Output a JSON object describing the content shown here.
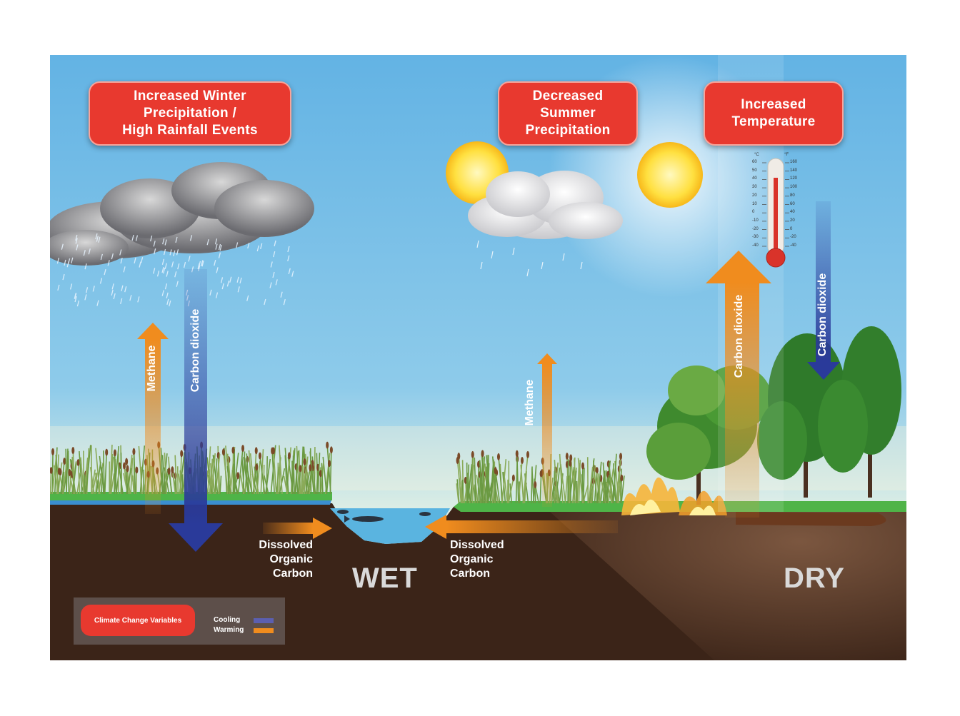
{
  "badges": {
    "winter": [
      "Increased Winter",
      "Precipitation /",
      "High Rainfall Events"
    ],
    "summer": [
      "Decreased",
      "Summer",
      "Precipitation"
    ],
    "temperature": [
      "Increased",
      "Temperature"
    ]
  },
  "arrows": {
    "methane_left": "Methane",
    "co2_left": "Carbon dioxide",
    "methane_mid": "Methane",
    "co2_up_right": "Carbon dioxide",
    "co2_down_right": "Carbon dioxide"
  },
  "doc_left": [
    "Dissolved",
    "Organic",
    "Carbon"
  ],
  "doc_right": [
    "Dissolved",
    "Organic",
    "Carbon"
  ],
  "zones": {
    "wet": "WET",
    "dry": "DRY"
  },
  "thermometer": {
    "celsius_unit": "°C",
    "fahrenheit_unit": "°F",
    "celsius_ticks": [
      "60",
      "50",
      "40",
      "30",
      "20",
      "10",
      "0",
      "-10",
      "-20",
      "-30",
      "-40"
    ],
    "fahrenheit_ticks": [
      "160",
      "140",
      "120",
      "100",
      "80",
      "60",
      "40",
      "20",
      "0",
      "-20",
      "-40"
    ]
  },
  "legend": {
    "badge_label": "Climate Change Variables",
    "cooling_label": "Cooling",
    "warming_label": "Warming",
    "cooling_color": "#5b5fb0",
    "warming_color": "#f08c1e"
  },
  "colors": {
    "badge": "#e8392f",
    "sky": "#6db7e6",
    "soil": "#3b2418",
    "water": "#5ab4e0",
    "grass": "#4fb448",
    "warming": "#f08c1e",
    "cooling": "#2a3a9a"
  }
}
